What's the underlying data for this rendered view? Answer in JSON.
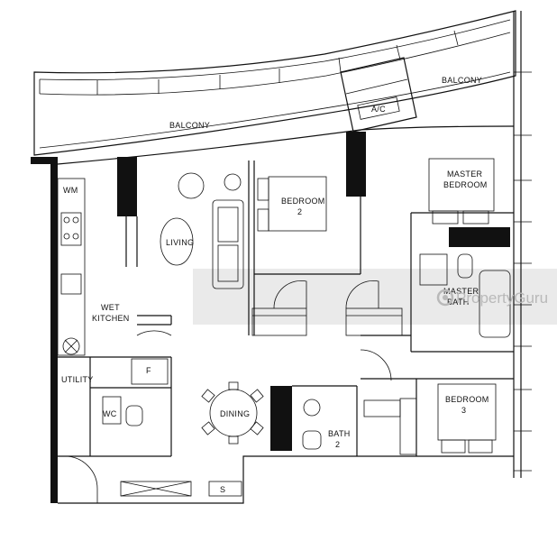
{
  "rooms": {
    "balcony_left": "BALCONY",
    "balcony_right": "BALCONY",
    "ac": "A/C",
    "bedroom2_line1": "BEDROOM",
    "bedroom2_line2": "2",
    "master_line1": "MASTER",
    "master_line2": "BEDROOM",
    "living": "LIVING",
    "wm": "WM",
    "wet_line1": "WET",
    "wet_line2": "KITCHEN",
    "utility": "UTILITY",
    "wc": "WC",
    "fridge": "F",
    "dining": "DINING",
    "bath2_line1": "BATH",
    "bath2_line2": "2",
    "master_bath_line1": "MASTER",
    "master_bath_line2": "BATH",
    "bedroom3_line1": "BEDROOM",
    "bedroom3_line2": "3",
    "store": "S"
  },
  "watermark": {
    "icon": "propertyguru-logo-icon",
    "text": "PropertyGuru"
  },
  "colors": {
    "line": "#111111",
    "watermark_band": "#d9d9d9",
    "watermark_text": "#b9b9b9"
  }
}
